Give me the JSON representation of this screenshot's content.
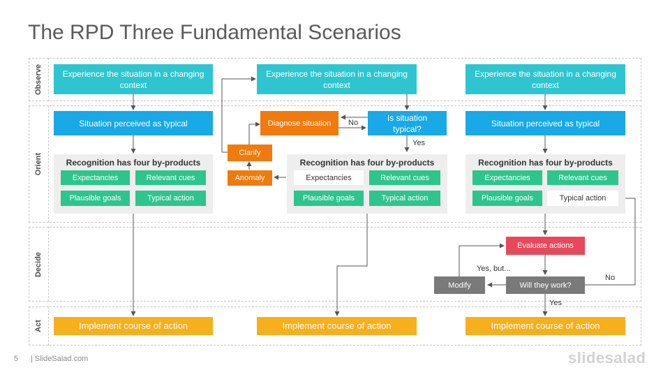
{
  "title": "The RPD Three Fundamental Scenarios",
  "lanes": {
    "observe": "Observe",
    "orient": "Orient",
    "decide": "Decide",
    "act": "Act"
  },
  "scenario1": {
    "observe": "Experience the situation in a changing context",
    "perceived": "Situation perceived as typical",
    "recognition_title": "Recognition has four by-products",
    "byproducts": [
      "Expectancies",
      "Relevant cues",
      "Plausible goals",
      "Typical action"
    ],
    "act": "Implement course of action"
  },
  "scenario2": {
    "observe": "Experience the situation in a changing context",
    "diagnose": "Diagnose situation",
    "is_typical": "Is situation typical?",
    "no_label": "No",
    "yes_label": "Yes",
    "clarify": "Clarify",
    "anomaly": "Anomaly",
    "recognition_title": "Recognition has four by-products",
    "byproducts": [
      "Expectancies",
      "Relevant cues",
      "Plausible goals",
      "Typical action"
    ],
    "act": "Implement course of action"
  },
  "scenario3": {
    "observe": "Experience the situation in a changing context",
    "perceived": "Situation perceived as typical",
    "recognition_title": "Recognition has four by-products",
    "byproducts": [
      "Expectancies",
      "Relevant cues",
      "Plausible goals",
      "Typical action"
    ],
    "evaluate": "Evaluate actions",
    "will_work": "Will they work?",
    "modify": "Modify",
    "yes_but_label": "Yes, but...",
    "no_label": "No",
    "yes_label": "Yes",
    "act": "Implement course of action"
  },
  "footer": {
    "page_number": "5",
    "site": "| SlideSalad.com",
    "logo": "slidesalad"
  },
  "colors": {
    "observe": "#2ec5d0",
    "perceived": "#18a9e6",
    "byproduct": "#2ec48e",
    "diagnose": "#f07a0d",
    "evaluate": "#e8485b",
    "decision": "#7a7a7a",
    "act": "#f6b01d",
    "recognition_bg": "#eeeeee"
  }
}
